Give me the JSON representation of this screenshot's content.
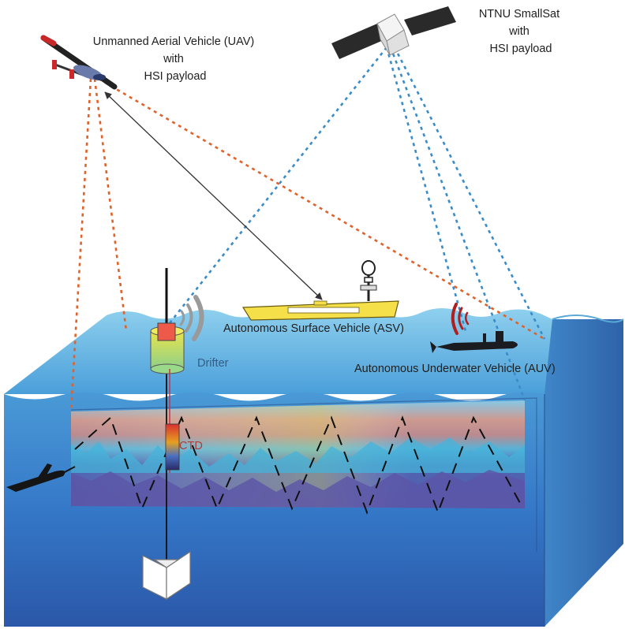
{
  "labels": {
    "uav": [
      "Unmanned Aerial Vehicle (UAV)",
      "with",
      "HSI payload"
    ],
    "sat": [
      "NTNU SmallSat",
      "with",
      "HSI payload"
    ],
    "asv": "Autonomous Surface Vehicle (ASV)",
    "drifter": "Drifter",
    "auv": "Autonomous Underwater Vehicle (AUV)",
    "ctd": "CTD"
  },
  "icons": [
    "uav-icon",
    "satellite-icon",
    "asv-icon",
    "drifter-buoy-icon",
    "auv-icon",
    "glider-icon",
    "drogue-icon",
    "wifi-signal-icon"
  ],
  "colors": {
    "water_top": "#7cc3e6",
    "water_mid": "#3d8fd0",
    "water_deep": "#2c5fb0",
    "uav_link": "#e0622a",
    "sat_link": "#3a8cc8",
    "asv_hull": "#f5e04a",
    "drifter_body": "#d4e04a",
    "signal_drifter": "#9a9a9a",
    "signal_auv": "#b02020"
  }
}
